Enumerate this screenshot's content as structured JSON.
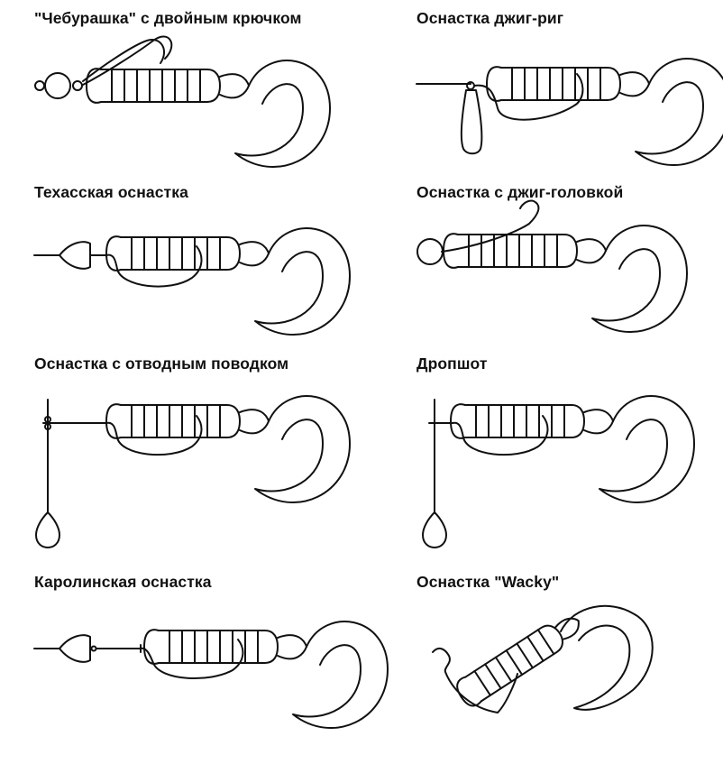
{
  "rigs": [
    {
      "id": "cheburashka",
      "title": "\"Чебурашка\" с двойным крючком"
    },
    {
      "id": "jig-rig",
      "title": "Оснастка джиг-риг"
    },
    {
      "id": "texas",
      "title": "Техасская оснастка"
    },
    {
      "id": "jig-head",
      "title": "Оснастка с джиг-головкой"
    },
    {
      "id": "drop-leader",
      "title": "Оснастка с отводным поводком"
    },
    {
      "id": "dropshot",
      "title": "Дропшот"
    },
    {
      "id": "carolina",
      "title": "Каролинская оснастка"
    },
    {
      "id": "wacky",
      "title": "Оснастка \"Wacky\""
    }
  ],
  "colors": {
    "line": "#111111",
    "background": "#ffffff"
  }
}
